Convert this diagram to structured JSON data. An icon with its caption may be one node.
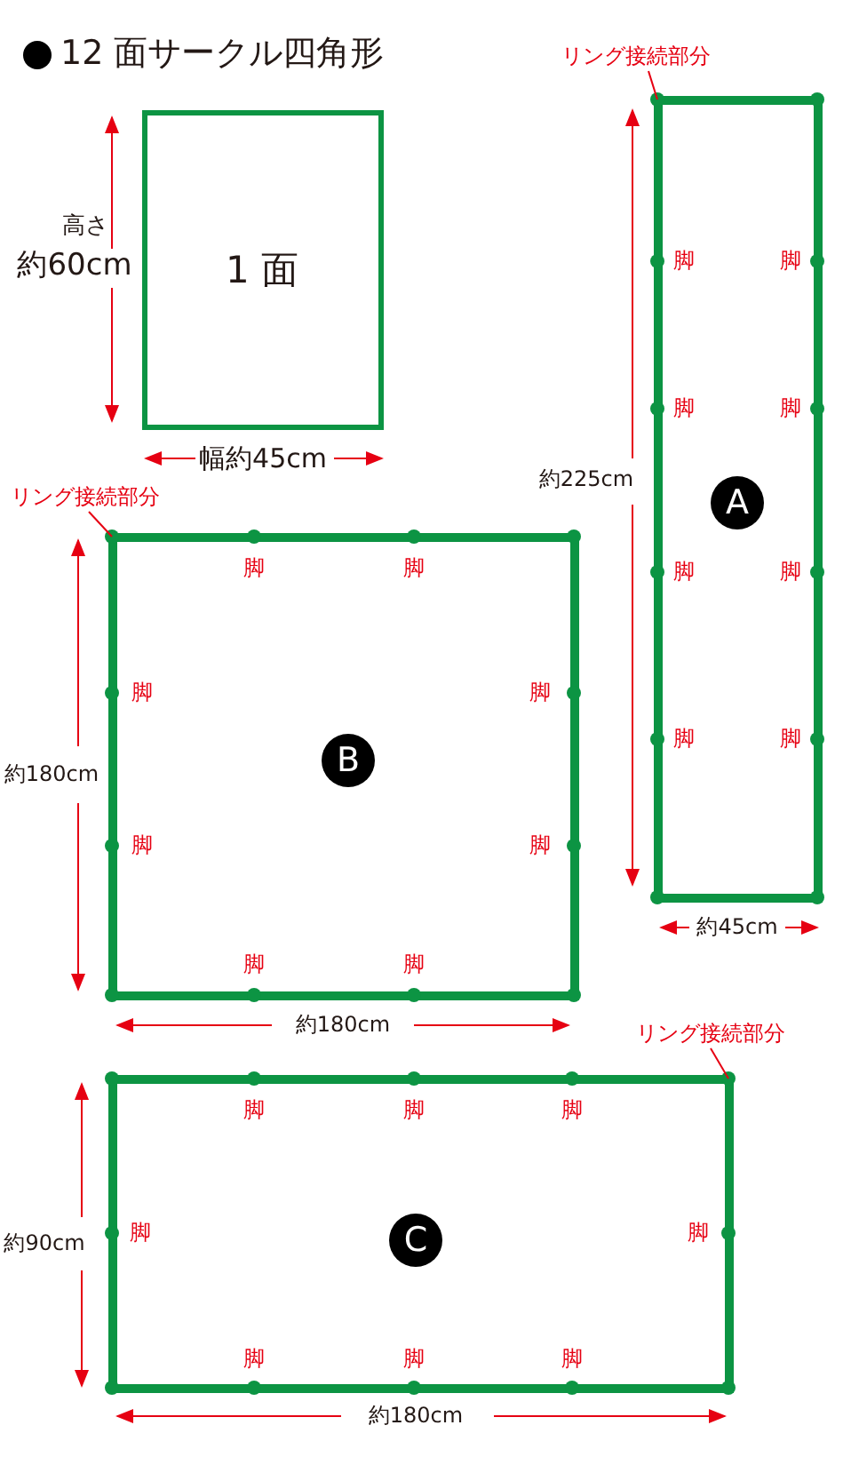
{
  "diagram": {
    "title": "12 面サークル四角形",
    "nodes": [
      {
        "text": [
          "1 面"
        ]
      },
      {
        "text": [
          "A"
        ]
      },
      {
        "text": [
          "B"
        ]
      },
      {
        "text": [
          "C"
        ]
      },
      {
        "text": [
          "リング接続部分"
        ]
      },
      {
        "text": [
          "リング接続部分"
        ]
      },
      {
        "text": [
          "リング接続部分"
        ]
      }
    ],
    "edges": [
      {
        "from": 4,
        "to": 1,
        "arrow": "none"
      },
      {
        "from": 5,
        "to": 2,
        "arrow": "none"
      },
      {
        "from": 6,
        "to": 3,
        "arrow": "none"
      }
    ],
    "labels": [
      "高さ",
      "約60cm",
      "幅約45cm",
      "約225cm",
      "脚",
      "脚",
      "脚",
      "脚",
      "脚",
      "脚",
      "脚",
      "脚",
      "約45cm",
      "脚",
      "脚",
      "脚",
      "脚",
      "脚",
      "脚",
      "脚",
      "脚",
      "約180cm",
      "約180cm",
      "脚",
      "脚",
      "脚",
      "脚",
      "脚",
      "脚",
      "脚",
      "脚",
      "約90cm",
      "約180cm"
    ]
  }
}
